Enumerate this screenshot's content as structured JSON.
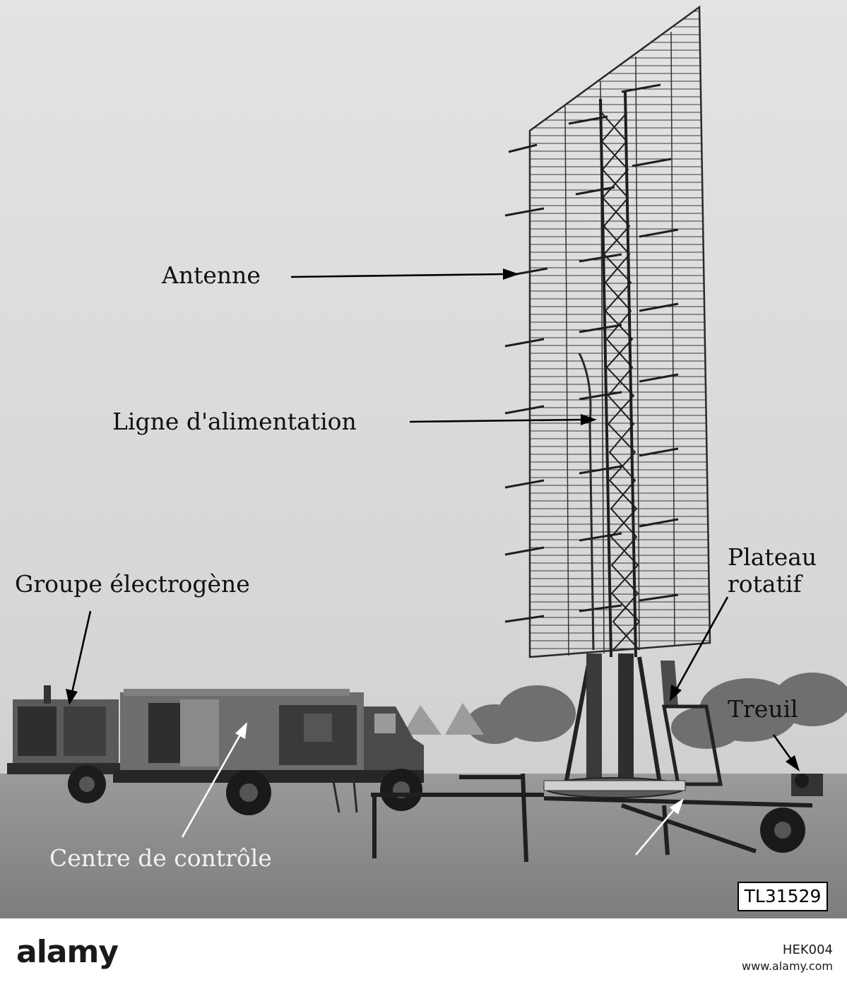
{
  "labels": {
    "antenna": "Antenne",
    "feed_line": "Ligne d'alimentation",
    "generator": "Groupe électrogène",
    "turntable_line1": "Plateau",
    "turntable_line2": "rotatif",
    "winch": "Treuil",
    "control_center": "Centre de contrôle"
  },
  "photo_reference": "TL31529",
  "footer": {
    "logo": "alamy",
    "image_id": "HEK004",
    "url": "www.alamy.com"
  }
}
